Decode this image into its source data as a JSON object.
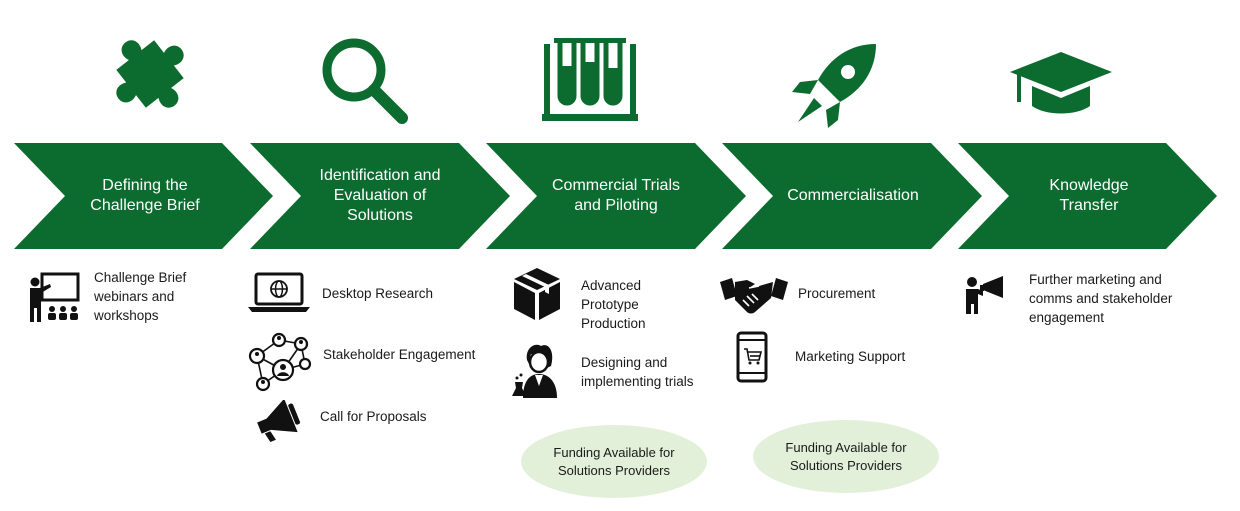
{
  "colors": {
    "green": "#0c6b2e",
    "light_green": "#e2f0d9",
    "text": "#1a1a1a"
  },
  "stages": [
    {
      "label": "Defining the Challenge Brief",
      "icon": "puzzle-piece-icon"
    },
    {
      "label": "Identification and Evaluation of Solutions",
      "icon": "magnifier-icon"
    },
    {
      "label": "Commercial Trials and Piloting",
      "icon": "test-tubes-icon"
    },
    {
      "label": "Commercialisation",
      "icon": "rocket-icon"
    },
    {
      "label": "Knowledge Transfer",
      "icon": "graduation-cap-icon"
    }
  ],
  "activities": {
    "stage1": [
      {
        "text": "Challenge Brief webinars and workshops",
        "icon": "presenter-icon"
      }
    ],
    "stage2": [
      {
        "text": "Desktop Research",
        "icon": "laptop-globe-icon"
      },
      {
        "text": "Stakeholder Engagement",
        "icon": "network-people-icon"
      },
      {
        "text": "Call for Proposals",
        "icon": "megaphone-icon"
      }
    ],
    "stage3": [
      {
        "text": "Advanced Prototype Production",
        "icon": "box-icon"
      },
      {
        "text": "Designing and implementing trials",
        "icon": "scientist-icon"
      }
    ],
    "stage4": [
      {
        "text": "Procurement",
        "icon": "handshake-icon"
      },
      {
        "text": "Marketing Support",
        "icon": "mobile-cart-icon"
      }
    ],
    "stage5": [
      {
        "text": "Further marketing and comms and stakeholder engagement",
        "icon": "person-megaphone-icon"
      }
    ]
  },
  "funding": {
    "stage3": "Funding Available for Solutions Providers",
    "stage4": "Funding Available for Solutions Providers"
  }
}
